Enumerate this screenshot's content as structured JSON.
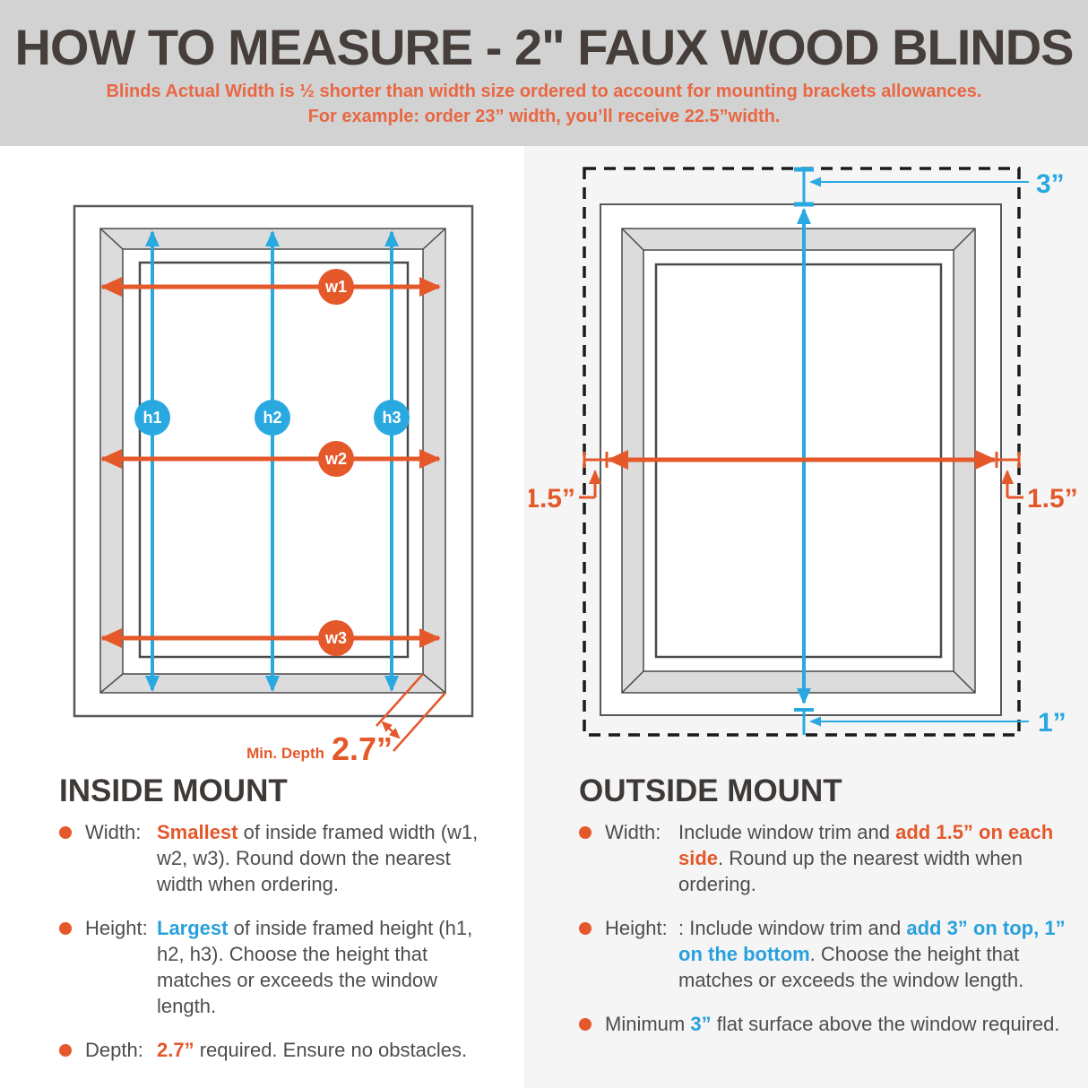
{
  "header": {
    "title": "HOW TO MEASURE - 2\" FAUX WOOD BLINDS",
    "subtitle_line1": "Blinds Actual Width is ½ shorter than width size ordered to account for mounting brackets allowances.",
    "subtitle_line2": "For example: order 23” width, you’ll receive 22.5”width."
  },
  "colors": {
    "accent_orange": "#e4582a",
    "accent_blue": "#29a9e0",
    "heading_dark": "#3e3936",
    "header_band_bg": "#d2d2d2",
    "right_panel_bg": "#f5f5f6",
    "frame_gray": "#dcdcdd"
  },
  "inside_diagram": {
    "width_labels": [
      "w1",
      "w2",
      "w3"
    ],
    "height_labels": [
      "h1",
      "h2",
      "h3"
    ],
    "depth_label": "Min. Depth",
    "depth_value": "2.7”"
  },
  "outside_diagram": {
    "top_offset": "3”",
    "left_offset": "1.5”",
    "right_offset": "1.5”",
    "bottom_offset": "1”"
  },
  "inside_mount": {
    "title": "INSIDE MOUNT",
    "width": {
      "label": "Width:",
      "highlight": "Smallest",
      "rest": " of inside framed width (w1, w2, w3). Round down the nearest width when ordering."
    },
    "height": {
      "label": "Height:",
      "highlight": "Largest",
      "rest": " of inside framed height (h1, h2, h3). Choose the height that matches or exceeds the window length."
    },
    "depth": {
      "label": "Depth:",
      "highlight": "2.7”",
      "rest": " required. Ensure no obstacles."
    }
  },
  "outside_mount": {
    "title": "OUTSIDE MOUNT",
    "width": {
      "label": "Width:",
      "pre": "Include window trim and ",
      "highlight": "add 1.5” on each side",
      "rest": ". Round up the nearest width when ordering."
    },
    "height": {
      "label": "Height:",
      "pre": ": Include window trim and ",
      "highlight": "add 3” on top, 1” on the bottom",
      "rest": ". Choose the height that matches or exceeds the window length."
    },
    "minimum": {
      "pre": "Minimum ",
      "highlight": "3”",
      "rest": " flat surface above the window required."
    }
  }
}
